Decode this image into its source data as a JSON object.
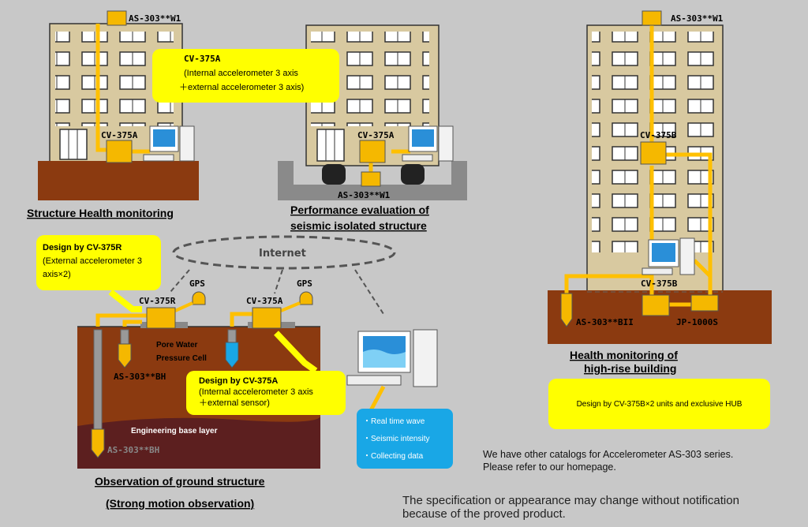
{
  "labels": {
    "as303w1_a": "AS-303**W1",
    "cv375a_1": "CV-375A",
    "cv375a_2": "CV-375A",
    "as303w1_b": "AS-303**W1",
    "as303w1_c": "AS-303**W1",
    "cv375b_top": "CV-375B",
    "cv375b_bottom": "CV-375B",
    "as303bii": "AS-303**BII",
    "jp1000s": "JP-1000S",
    "internet": "Internet",
    "gps1": "GPS",
    "gps2": "GPS",
    "cv375r": "CV-375R",
    "cv375a_3": "CV-375A",
    "pore_water": "Pore Water",
    "pressure_cell": "Pressure Cell",
    "as303bh_1": "AS-303**BH",
    "as303bh_2": "AS-303**BH",
    "engineering_base": "Engineering base layer"
  },
  "titles": {
    "structure_health": "Structure Health monitoring",
    "performance_1": "Performance evaluation of",
    "performance_2": "seismic isolated structure",
    "highrise_1": "Health monitoring of",
    "highrise_2": "high-rise building",
    "ground_1": "Observation of ground structure",
    "ground_2": "(Strong motion observation)"
  },
  "boxes": {
    "cv375a_title": "CV-375A",
    "cv375a_line1": "(Internal accelerometer 3 axis",
    "cv375a_line2": "＋external accelerometer 3 axis)",
    "cv375r_title": "Design by CV-375R",
    "cv375r_line1": "(External accelerometer 3",
    "cv375r_line2": "axis×2)",
    "cv375a_design_title": "Design by CV-375A",
    "cv375a_design_line1": "(Internal accelerometer 3 axis",
    "cv375a_design_line2": "＋external sensor)",
    "cv375b_design": "Design by CV-375B×2 units and exclusive HUB"
  },
  "blue_box": {
    "line1": "・Real time wave",
    "line2": "・Seismic intensity",
    "line3": "・Collecting data"
  },
  "notes": {
    "catalog_1": "We have other catalogs for Accelerometer AS-303 series.",
    "catalog_2": "Please refer to our homepage.",
    "spec_1": "The specification or appearance may change without notification",
    "spec_2": "because of the proved product."
  },
  "colors": {
    "building": "#d8c9a0",
    "ground": "#8b3a10",
    "sensor": "#f5b800",
    "cable": "#ffc000",
    "highlight": "#ffff00",
    "blue": "#19a7e6"
  }
}
